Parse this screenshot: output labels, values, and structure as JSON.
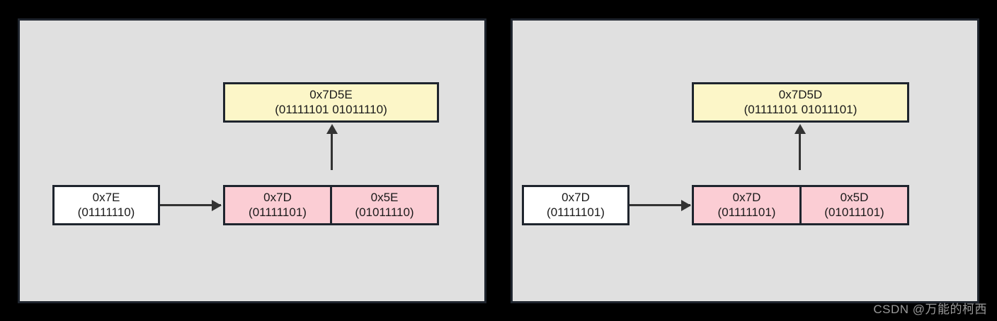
{
  "diagram": {
    "background_color": "#000000",
    "panel_background": "#e0e0e0",
    "border_color": "#1f252e",
    "panels": [
      {
        "name": "left-panel",
        "result_box": {
          "hex": "0x7D5E",
          "binary": "(01111101 01011110)",
          "color": "#fcf6c8"
        },
        "source_box": {
          "hex": "0x7E",
          "binary": "(01111110)",
          "color": "#ffffff"
        },
        "bytes_box": {
          "color": "#fbcdd4",
          "cells": [
            {
              "hex": "0x7D",
              "binary": "(01111101)"
            },
            {
              "hex": "0x5E",
              "binary": "(01011110)"
            }
          ]
        }
      },
      {
        "name": "right-panel",
        "result_box": {
          "hex": "0x7D5D",
          "binary": "(01111101 01011101)",
          "color": "#fcf6c8"
        },
        "source_box": {
          "hex": "0x7D",
          "binary": "(01111101)",
          "color": "#ffffff"
        },
        "bytes_box": {
          "color": "#fbcdd4",
          "cells": [
            {
              "hex": "0x7D",
              "binary": "(01111101)"
            },
            {
              "hex": "0x5D",
              "binary": "(01011101)"
            }
          ]
        }
      }
    ]
  },
  "watermark": {
    "text": "CSDN @万能的柯西",
    "color": "#9a9a9a"
  }
}
